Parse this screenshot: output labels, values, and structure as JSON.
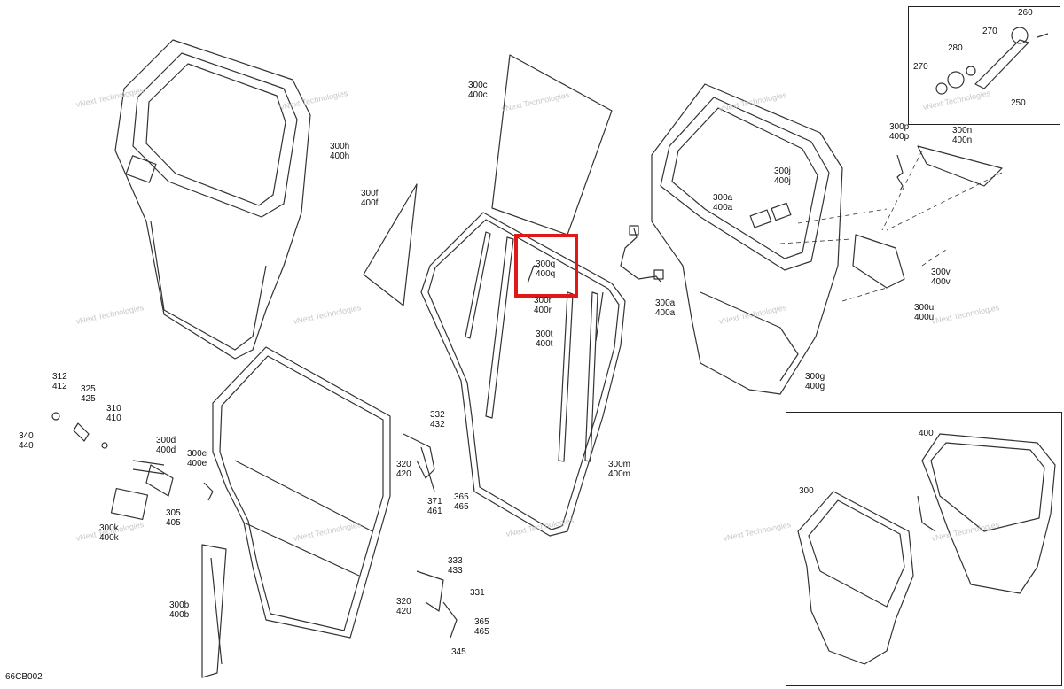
{
  "diagram": {
    "code": "66CB002",
    "watermark": "vNext Technologies",
    "highlight_color": "#e01818",
    "labels": {
      "l260": "260",
      "l270a": "270",
      "l280": "280",
      "l270b": "270",
      "l250": "250",
      "l300h": "300h\n400h",
      "l300c": "300c\n400c",
      "l300f": "300f\n400f",
      "l300p": "300p\n400p",
      "l300n": "300n\n400n",
      "l300j": "300j\n400j",
      "l300a1": "300a\n400a",
      "l300q": "300q\n400q",
      "l300r": "300r\n400r",
      "l300a2": "300a\n400a",
      "l300v": "300v\n400v",
      "l300u": "300u\n400u",
      "l300t": "300t\n400t",
      "l300g": "300g\n400g",
      "l312": "312\n412",
      "l325": "325\n425",
      "l310": "310\n410",
      "l340": "340\n440",
      "l300d": "300d\n400d",
      "l300e": "300e\n400e",
      "l332": "332\n432",
      "l320a": "320\n420",
      "l371": "371\n461",
      "l365a": "365\n465",
      "l300m": "300m\n400m",
      "l300k": "300k\n400k",
      "l305": "305\n405",
      "l333": "333\n433",
      "l331": "331",
      "l320b": "320\n420",
      "l365b": "365\n465",
      "l345": "345",
      "l300b": "300b\n400b",
      "l400": "400",
      "l300": "300"
    }
  }
}
